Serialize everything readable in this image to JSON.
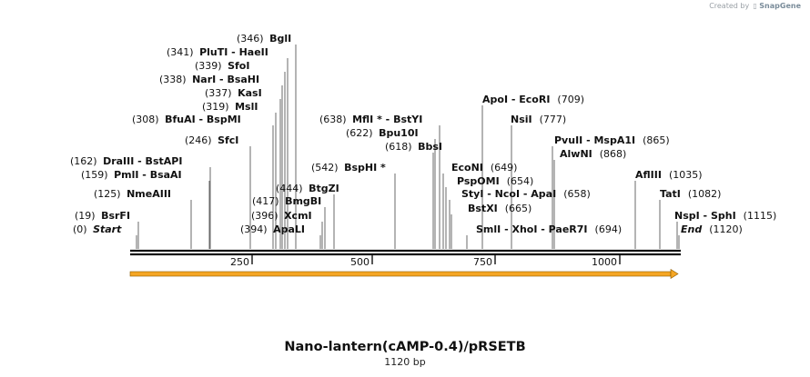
{
  "credit": {
    "prefix": "Created by",
    "brand": "SnapGene"
  },
  "map": {
    "title": "Nano-lantern(cAMP-0.4)/pRSETB",
    "length_label": "1120 bp",
    "ticks": [
      "250",
      "500",
      "750",
      "1000"
    ],
    "sites": [
      {
        "pos": "(0)",
        "name": "Start",
        "italic": true
      },
      {
        "pos": "(19)",
        "name": "BsrFI"
      },
      {
        "pos": "(125)",
        "name": "NmeAIII"
      },
      {
        "pos": "(159)",
        "name": "PmlI  - BsaAI"
      },
      {
        "pos": "(162)",
        "name": "DraIII  - BstAPI"
      },
      {
        "pos": "(246)",
        "name": "SfcI"
      },
      {
        "pos": "(308)",
        "name": "BfuAI  - BspMI"
      },
      {
        "pos": "(319)",
        "name": "MslI"
      },
      {
        "pos": "(337)",
        "name": "KasI"
      },
      {
        "pos": "(338)",
        "name": "NarI  - BsaHI"
      },
      {
        "pos": "(339)",
        "name": "SfoI"
      },
      {
        "pos": "(341)",
        "name": "PluTI  - HaeII"
      },
      {
        "pos": "(346)",
        "name": "BglI"
      },
      {
        "pos": "(394)",
        "name": "ApaLI"
      },
      {
        "pos": "(396)",
        "name": "XcmI"
      },
      {
        "pos": "(417)",
        "name": "BmgBI"
      },
      {
        "pos": "(444)",
        "name": "BtgZI"
      },
      {
        "pos": "(542)",
        "name": "BspHI *"
      },
      {
        "pos": "(618)",
        "name": "BbsI"
      },
      {
        "pos": "(622)",
        "name": "Bpu10I"
      },
      {
        "pos": "(638)",
        "name": "MflI *  - BstYI"
      },
      {
        "pos": "(649)",
        "name": "EcoNI"
      },
      {
        "pos": "(654)",
        "name": "PspOMI"
      },
      {
        "pos": "(658)",
        "name": "StyI  - NcoI  - ApaI"
      },
      {
        "pos": "(665)",
        "name": "BstXI"
      },
      {
        "pos": "(694)",
        "name": "SmlI  - XhoI  - PaeR7I"
      },
      {
        "pos": "(709)",
        "name": "ApoI  - EcoRI"
      },
      {
        "pos": "(777)",
        "name": "NsiI"
      },
      {
        "pos": "(865)",
        "name": "PvuII  - MspA1I"
      },
      {
        "pos": "(868)",
        "name": "AlwNI"
      },
      {
        "pos": "(1035)",
        "name": "AflIII"
      },
      {
        "pos": "(1082)",
        "name": "TatI"
      },
      {
        "pos": "(1115)",
        "name": "NspI  - SphI"
      },
      {
        "pos": "(1120)",
        "name": "End",
        "italic": true
      }
    ]
  },
  "colors": {
    "feature_fill": "#f5a623",
    "feature_stroke": "#8a5a00",
    "backbone": "#111111"
  }
}
